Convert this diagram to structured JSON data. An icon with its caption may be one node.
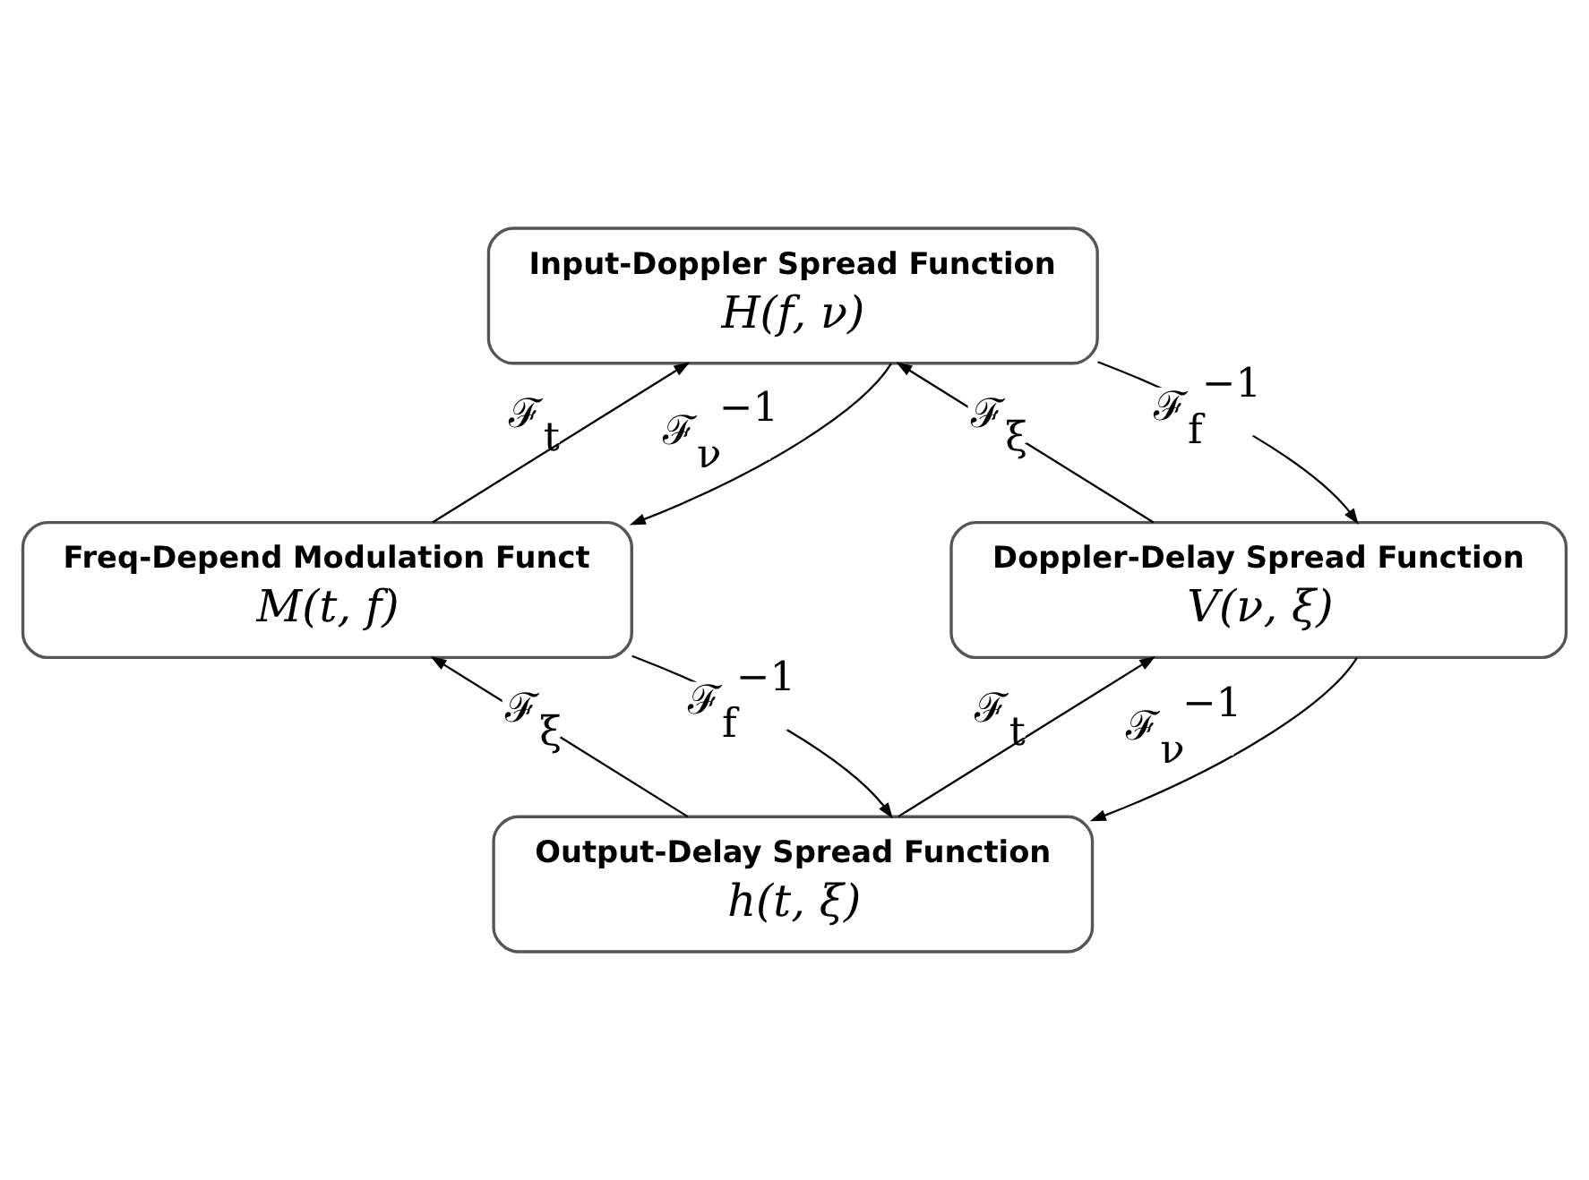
{
  "diagram": {
    "nodes": [
      {
        "text": [
          "Input-Doppler Spread Function",
          "H(f, ν)"
        ]
      },
      {
        "text": [
          "Freq-Depend Modulation Funct",
          "M(t, f)"
        ]
      },
      {
        "text": [
          "Doppler-Delay Spread Function",
          "V(ν, ξ)"
        ]
      },
      {
        "text": [
          "Output-Delay Spread Function",
          "h(t, ξ)"
        ]
      }
    ],
    "edges": [
      {
        "from": 1,
        "to": 0,
        "arrow": "to",
        "label": "ℱ$_{t}$"
      },
      {
        "from": 0,
        "to": 1,
        "arrow": "to",
        "label": "ℱ$_{ν}$$^{−1}$"
      },
      {
        "from": 2,
        "to": 0,
        "arrow": "to",
        "label": "ℱ$_{ξ}$"
      },
      {
        "from": 0,
        "to": 2,
        "arrow": "to",
        "label": "ℱ$_{f}$$^{−1}$"
      },
      {
        "from": 3,
        "to": 1,
        "arrow": "to",
        "label": "ℱ$_{ξ}$"
      },
      {
        "from": 1,
        "to": 3,
        "arrow": "to",
        "label": "ℱ$_{f}$$^{−1}$"
      },
      {
        "from": 3,
        "to": 2,
        "arrow": "to",
        "label": "ℱ$_{t}$"
      },
      {
        "from": 2,
        "to": 3,
        "arrow": "to",
        "label": "ℱ$_{ν}$$^{−1}$"
      }
    ]
  }
}
